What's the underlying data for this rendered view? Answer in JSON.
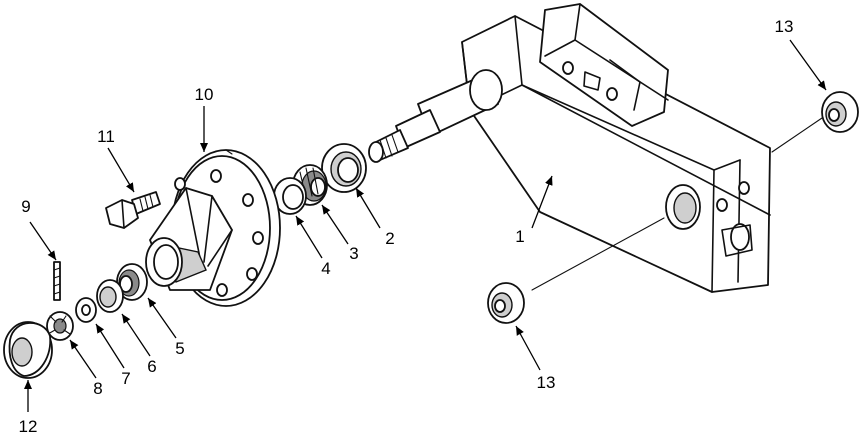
{
  "callouts": [
    {
      "id": "1",
      "text": "1"
    },
    {
      "id": "2",
      "text": "2"
    },
    {
      "id": "3",
      "text": "3"
    },
    {
      "id": "4",
      "text": "4"
    },
    {
      "id": "5",
      "text": "5"
    },
    {
      "id": "6",
      "text": "6"
    },
    {
      "id": "7",
      "text": "7"
    },
    {
      "id": "8",
      "text": "8"
    },
    {
      "id": "9",
      "text": "9"
    },
    {
      "id": "10",
      "text": "10"
    },
    {
      "id": "11",
      "text": "11"
    },
    {
      "id": "12",
      "text": "12"
    },
    {
      "id": "13a",
      "text": "13"
    },
    {
      "id": "13b",
      "text": "13"
    }
  ]
}
